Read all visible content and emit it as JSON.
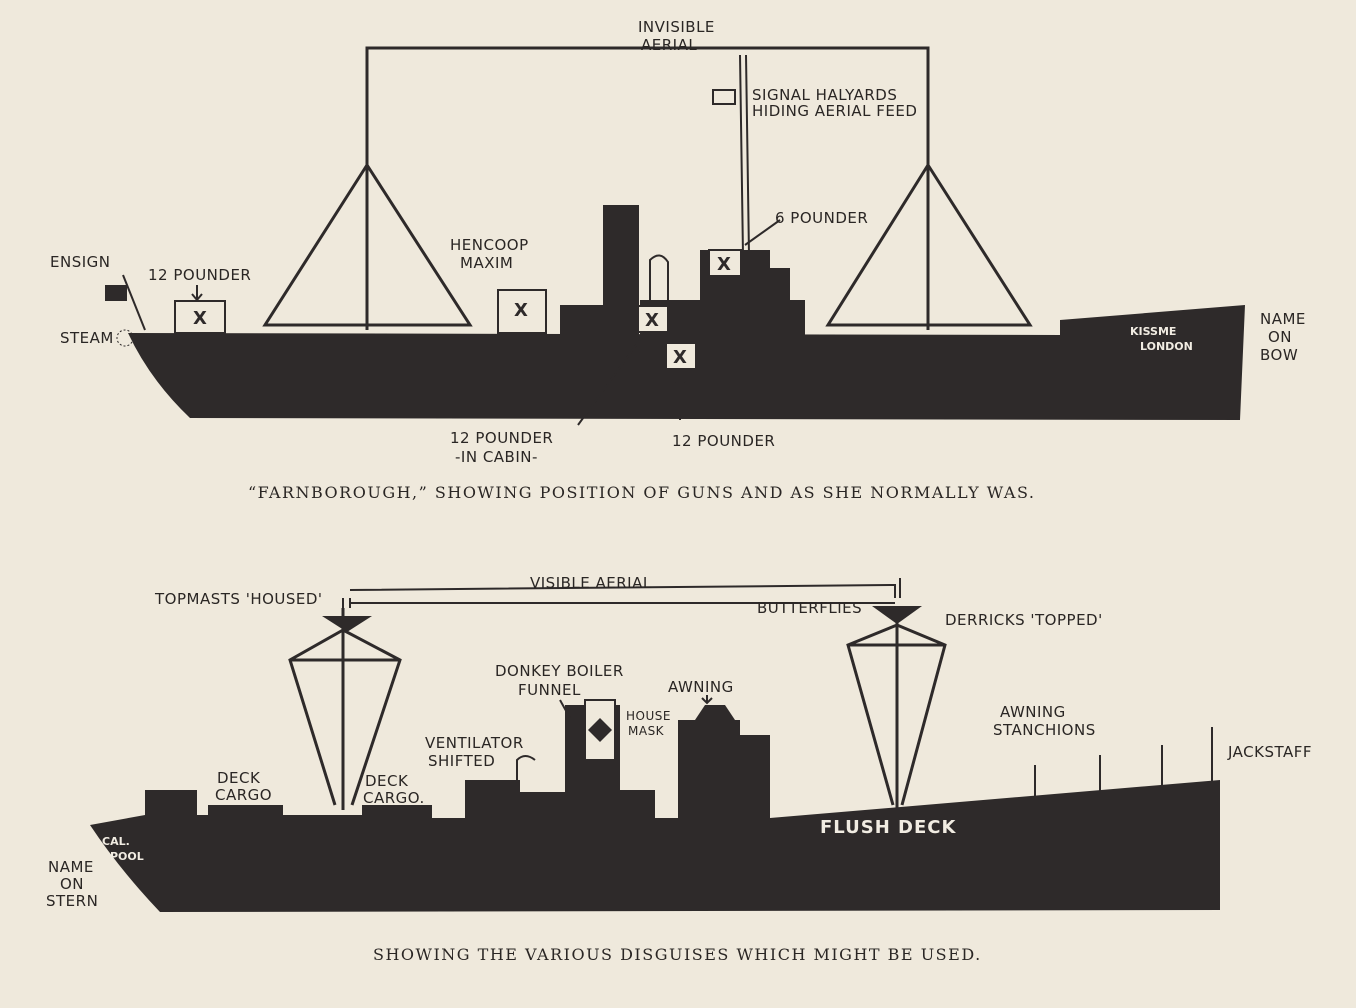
{
  "top_diagram": {
    "labels": {
      "aerial_1": "INVISIBLE",
      "aerial_2": "AERIAL",
      "halyards_1": "SIGNAL HALYARDS",
      "halyards_2": "HIDING AERIAL FEED",
      "six_pounder": "6 POUNDER",
      "hencoop_1": "HENCOOP",
      "hencoop_2": "MAXIM",
      "ensign": "ENSIGN",
      "twelve_pounder_aft": "12 POUNDER",
      "steam": "STEAM",
      "name_bow_1": "NAME",
      "name_bow_2": "ON",
      "name_bow_3": "BOW",
      "ship_name_1": "KISSME",
      "ship_name_2": "LONDON",
      "cabin_gun_1": "12 POUNDER",
      "cabin_gun_2": "-IN CABIN-",
      "side_gun": "12 POUNDER",
      "gun_mark": "X"
    },
    "caption": "“FARNBOROUGH,” SHOWING POSITION OF GUNS AND AS SHE NORMALLY WAS."
  },
  "bottom_diagram": {
    "labels": {
      "visible_aerial": "VISIBLE AERIAL",
      "topmasts": "TOPMASTS 'HOUSED'",
      "butterflies": "BUTTERFLIES",
      "derricks": "DERRICKS 'TOPPED'",
      "donkey_1": "DONKEY BOILER",
      "donkey_2": "FUNNEL",
      "awning": "AWNING",
      "house_mask_1": "HOUSE",
      "house_mask_2": "MASK",
      "ventilator_1": "VENTILATOR",
      "ventilator_2": "SHIFTED",
      "awning_stanchions_1": "AWNING",
      "awning_stanchions_2": "STANCHIONS",
      "jackstaff": "JACKSTAFF",
      "deck_cargo_a_1": "DECK",
      "deck_cargo_a_2": "CARGO",
      "deck_cargo_b_1": "DECK",
      "deck_cargo_b_2": "CARGO.",
      "flush_deck": "FLUSH DECK",
      "stern_name_1": "CAL.",
      "stern_name_2": "POOL",
      "name_stern_1": "NAME",
      "name_stern_2": "ON",
      "name_stern_3": "STERN"
    },
    "caption": "SHOWING THE VARIOUS DISGUISES WHICH MIGHT BE USED."
  }
}
